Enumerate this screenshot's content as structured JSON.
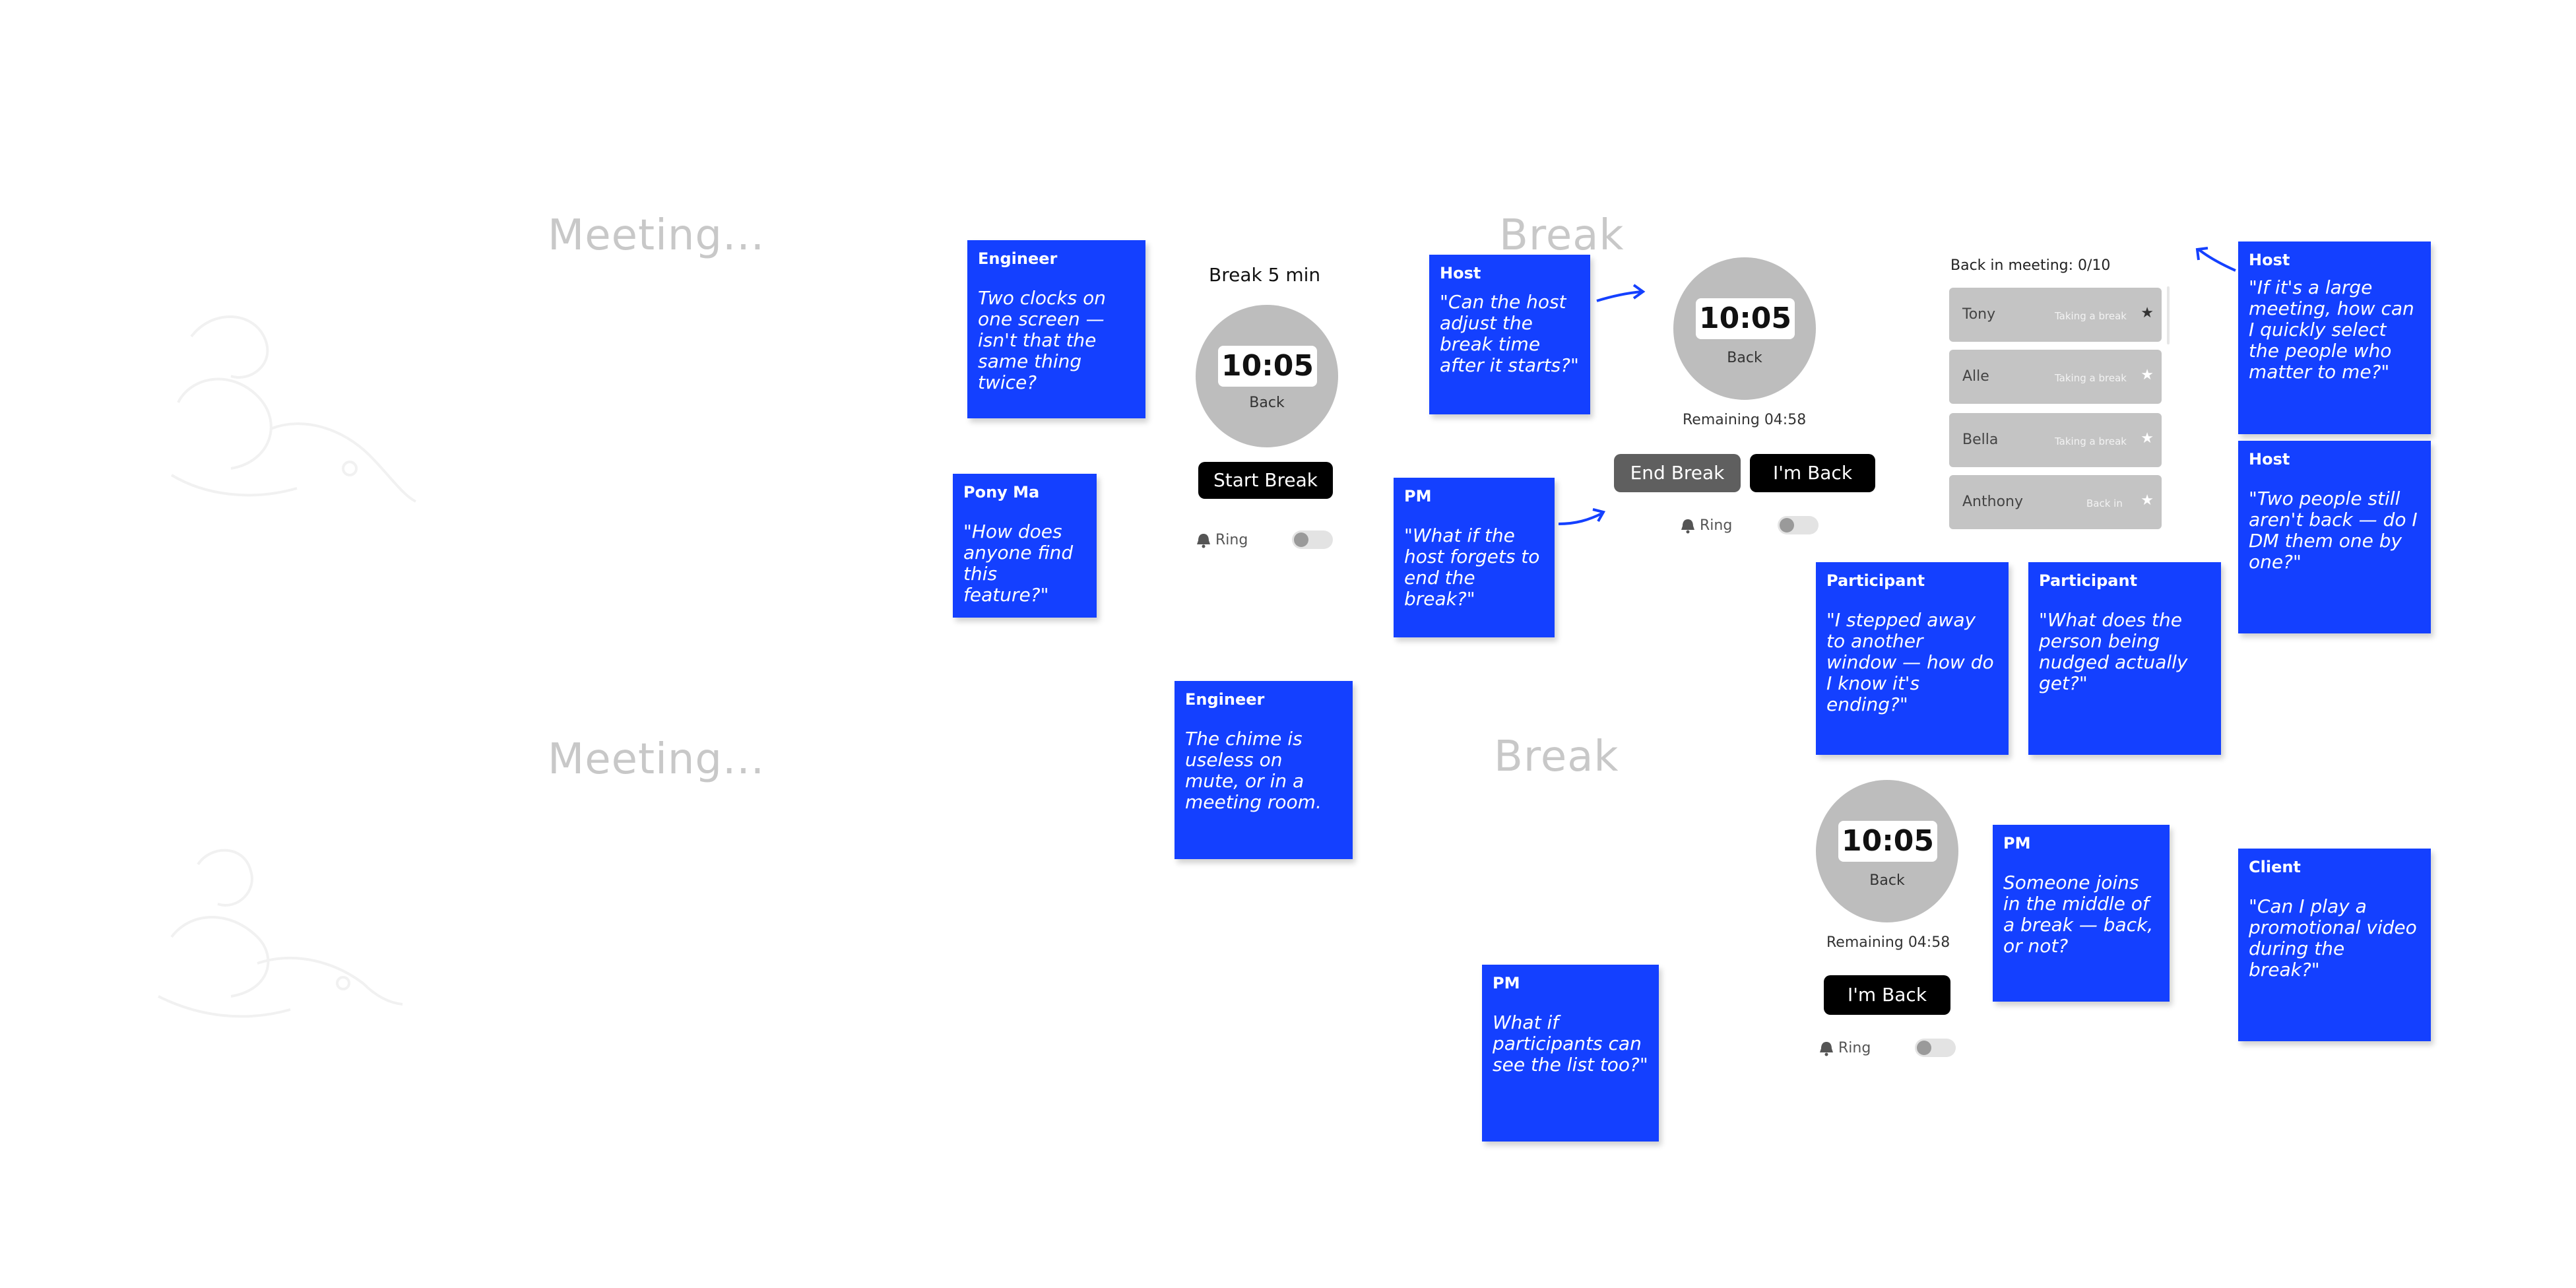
{
  "section_titles": {
    "meeting_top": "Meeting...",
    "break_top": "Break",
    "meeting_bottom": "Meeting...",
    "break_bottom": "Break"
  },
  "colors": {
    "sticky": "#1440ff",
    "clock": "#bdbdbd"
  },
  "stickies": [
    {
      "role": "Engineer",
      "quote": "Two clocks on one screen — isn't that the same thing twice?"
    },
    {
      "role": "Pony Ma",
      "quote": "\"How does anyone find this feature?\""
    },
    {
      "role": "Host",
      "quote": "\"Can the host adjust the break time after it starts?\""
    },
    {
      "role": "PM",
      "quote": "\"What if the host forgets to end the break?\""
    },
    {
      "role": "Engineer",
      "quote": "The chime is useless on mute, or in a meeting room."
    },
    {
      "role": "Host",
      "quote": "\"If it's a large meeting, how can I quickly select the people who matter to me?\""
    },
    {
      "role": "Host",
      "quote": "\"Two people still aren't back — do I DM them one by one?\""
    },
    {
      "role": "Participant",
      "quote": "\"I stepped away to another window — how do I know it's ending?\""
    },
    {
      "role": "Participant",
      "quote": "\"What does the person being nudged actually get?\""
    },
    {
      "role": "PM",
      "quote": "Someone joins in the middle of a break — back, or not?"
    },
    {
      "role": "Client",
      "quote": "\"Can I play a promotional video during the break?\""
    },
    {
      "role": "PM",
      "quote": "What if participants can see the list too?\""
    }
  ],
  "panel_start": {
    "title": "Break 5 min",
    "clock_time": "10:05",
    "clock_label": "Back",
    "button": "Start Break",
    "ring_label": "Ring"
  },
  "panel_host": {
    "clock_time": "10:05",
    "clock_label": "Back",
    "remaining": "Remaining 04:58",
    "end_button": "End Break",
    "back_button": "I'm Back",
    "ring_label": "Ring"
  },
  "participants": {
    "title": "Back in meeting: 0/10",
    "rows": [
      {
        "name": "Tony",
        "status": "Taking a break",
        "icon": "star-filled-icon"
      },
      {
        "name": "Alle",
        "status": "Taking a break",
        "icon": "star-icon"
      },
      {
        "name": "Bella",
        "status": "Taking a break",
        "icon": "star-icon"
      },
      {
        "name": "Anthony",
        "status": "Back in",
        "icon": "star-icon"
      }
    ]
  },
  "panel_participant": {
    "clock_time": "10:05",
    "clock_label": "Back",
    "remaining": "Remaining 04:58",
    "back_button": "I'm Back",
    "ring_label": "Ring"
  }
}
